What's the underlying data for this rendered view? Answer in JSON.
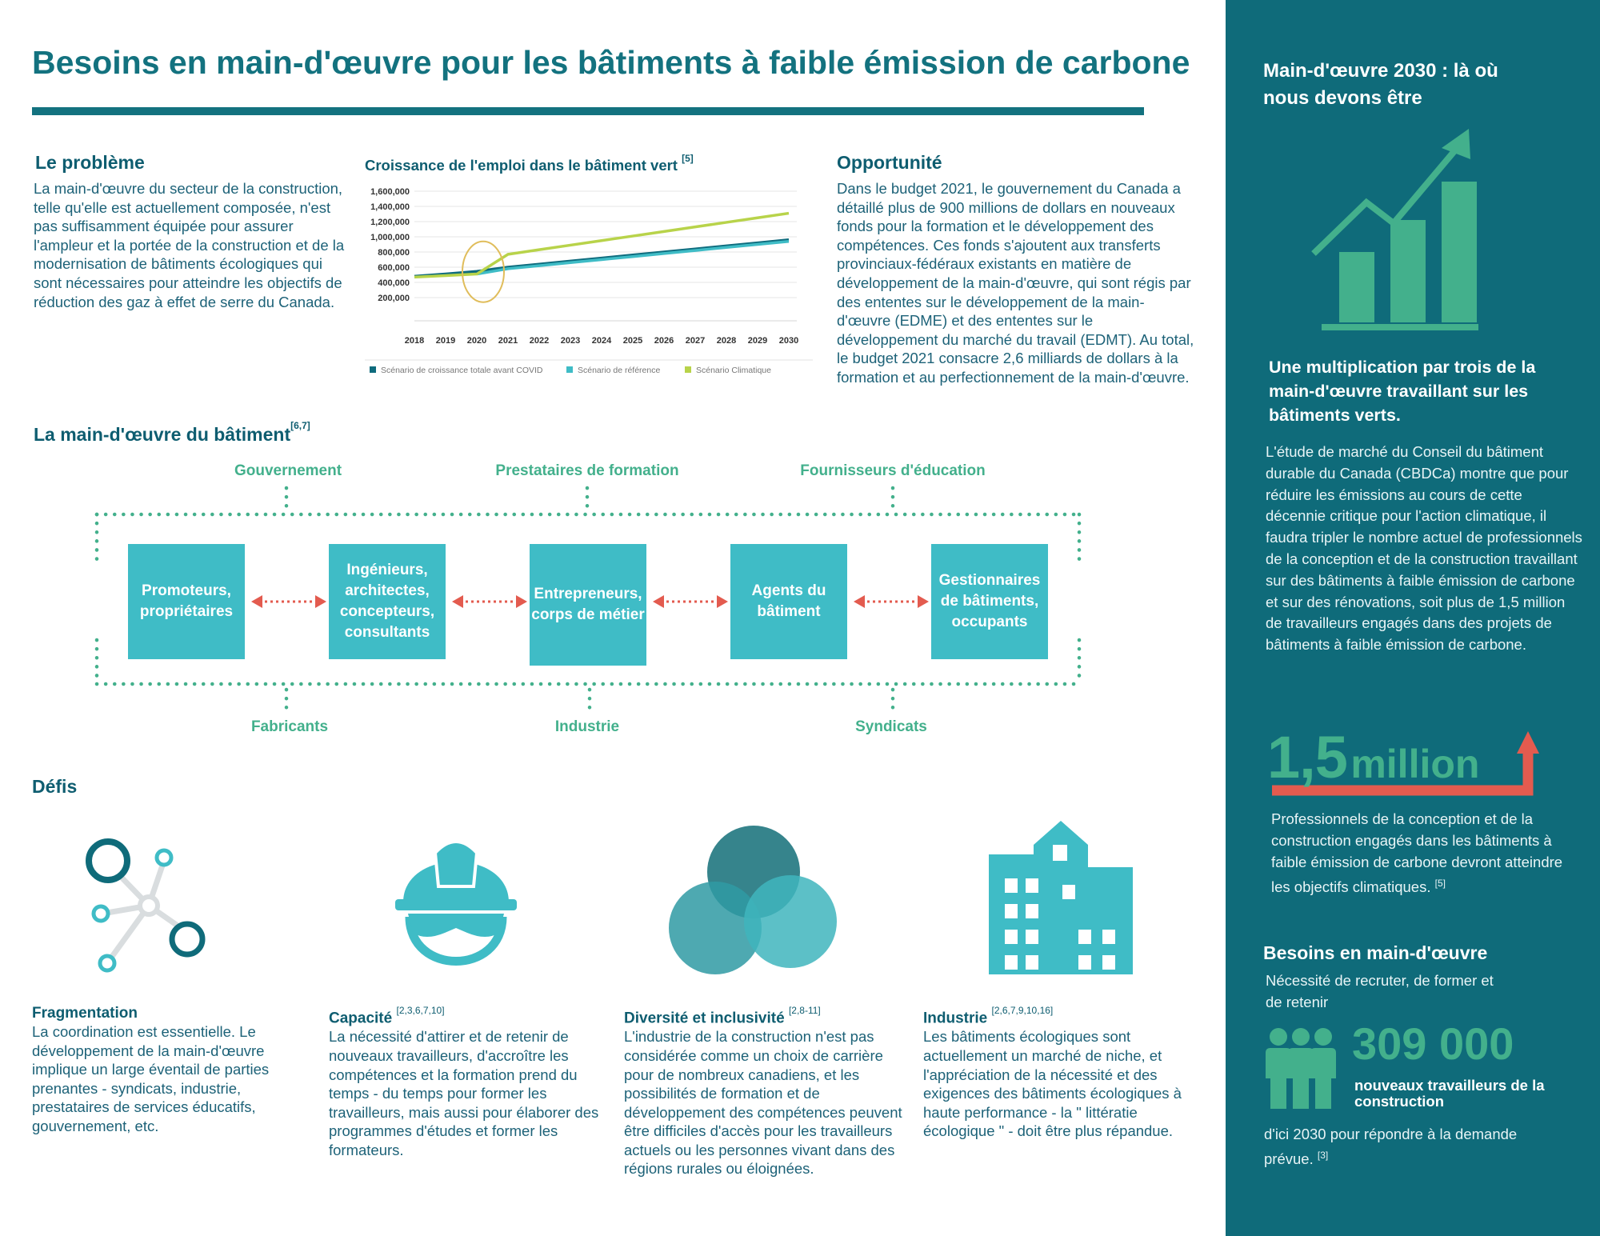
{
  "header": {
    "title": "Besoins en main-d'œuvre pour les bâtiments à faible émission de carbone"
  },
  "probleme": {
    "title": "Le problème",
    "text": "La main-d'œuvre du secteur de la construction, telle qu'elle est actuellement composée, n'est pas suffisamment équipée pour assurer l'ampleur et la portée de la construction et de la modernisation de bâtiments écologiques qui sont nécessaires pour atteindre les objectifs de réduction des gaz à effet de serre du Canada."
  },
  "chart_data": {
    "type": "line",
    "title": "Croissance de l'emploi dans le bâtiment vert",
    "title_ref": "[5]",
    "x": [
      "2018",
      "2019",
      "2020",
      "2021",
      "2022",
      "2023",
      "2024",
      "2025",
      "2026",
      "2027",
      "2028",
      "2029",
      "2030"
    ],
    "ylim": [
      0,
      1600000
    ],
    "yticks": [
      "1,600,000",
      "1,400,000",
      "1,200,000",
      "1,000,000",
      "800,000",
      "600,000",
      "400,000",
      "200,000"
    ],
    "ytick_values": [
      1600000,
      1400000,
      1200000,
      1000000,
      800000,
      600000,
      400000,
      200000
    ],
    "series": [
      {
        "name": "Scénario de croissance totale avant COVID",
        "color": "#0e6b7d",
        "values": [
          480000,
          510000,
          545000,
          600000,
          640000,
          680000,
          720000,
          760000,
          800000,
          840000,
          880000,
          920000,
          960000
        ]
      },
      {
        "name": "Scénario de référence",
        "color": "#3fbcc6",
        "values": [
          null,
          null,
          510000,
          580000,
          620000,
          660000,
          700000,
          740000,
          780000,
          820000,
          860000,
          900000,
          940000
        ]
      },
      {
        "name": "Scénario Climatique",
        "color": "#b8d34a",
        "values": [
          470000,
          490000,
          510000,
          770000,
          830000,
          890000,
          950000,
          1010000,
          1070000,
          1130000,
          1190000,
          1250000,
          1310000
        ]
      }
    ],
    "highlight": "2020",
    "highlight_color": "#e0bd5b",
    "grid": true,
    "legend": "bottom"
  },
  "opportunite": {
    "title": "Opportunité",
    "text": "Dans le budget 2021, le gouvernement du Canada a détaillé plus de 900 millions de dollars en nouveaux fonds pour la formation et le développement des compétences. Ces fonds s'ajoutent aux transferts provinciaux-fédéraux existants en matière de développement de la main-d'œuvre, qui sont régis par des ententes sur le développement de la main-d'œuvre (EDME) et des ententes sur le développement du marché du travail (EDMT). Au total, le budget 2021 consacre 2,6 milliards de dollars à la formation et au perfectionnement de la main-d'œuvre."
  },
  "workforce": {
    "title": "La main-d'œuvre du bâtiment",
    "ref": "[6,7]",
    "top_stakeholders": [
      "Gouvernement",
      "Prestataires de formation",
      "Fournisseurs d'éducation"
    ],
    "bottom_stakeholders": [
      "Fabricants",
      "Industrie",
      "Syndicats"
    ],
    "roles": [
      "Promoteurs, propriétaires",
      "Ingénieurs, architectes, concepteurs, consultants",
      "Entrepreneurs, corps de métier",
      "Agents du bâtiment",
      "Gestionnaires de bâtiments, occupants"
    ]
  },
  "defis": {
    "title": "Défis",
    "items": [
      {
        "icon": "network-icon",
        "title": "Fragmentation",
        "ref": "",
        "text": "La coordination est essentielle. Le développement de la main-d'œuvre implique un large éventail de parties prenantes - syndicats, industrie, prestataires de services éducatifs, gouvernement, etc."
      },
      {
        "icon": "hard-hat-worker-icon",
        "title": "Capacité",
        "ref": "[2,3,6,7,10]",
        "text": "La nécessité d'attirer et de retenir de nouveaux travailleurs, d'accroître les compétences et la formation prend du temps - du temps pour former les travailleurs, mais aussi pour élaborer des programmes d'études et former les formateurs."
      },
      {
        "icon": "venn-diagram-icon",
        "title": "Diversité et inclusivité",
        "ref": "[2,8-11]",
        "text": "L'industrie de la construction n'est pas considérée comme un choix de carrière pour de nombreux canadiens, et les possibilités de formation et de développement des compétences peuvent être difficiles d'accès pour les travailleurs actuels ou les personnes vivant dans des régions rurales ou éloignées."
      },
      {
        "icon": "building-icon",
        "title": "Industrie",
        "ref": "[2,6,7,9,10,16]",
        "text": "Les bâtiments écologiques sont actuellement un marché de niche, et l'appréciation de la nécessité et des exigences des bâtiments écologiques à haute performance - la \" littératie écologique \" - doit être plus répandue."
      }
    ]
  },
  "sidebar": {
    "heading": "Main-d'œuvre 2030 : là où nous devons être",
    "subheading": "Une multiplication par trois de la main-d'œuvre travaillant sur les bâtiments verts.",
    "text": "L'étude de marché du Conseil du bâtiment durable du Canada (CBDCa) montre que pour réduire les émissions au cours de cette décennie critique pour l'action climatique, il faudra tripler le nombre actuel de professionnels de la conception et de la construction travaillant sur des bâtiments à faible émission de carbone et sur des rénovations, soit plus de 1,5 million de travailleurs engagés dans des projets de bâtiments à faible émission de carbone.",
    "big_number": "1,5",
    "big_unit": "million",
    "big_caption": "Professionnels de la conception et de la construction engagés dans les bâtiments à faible émission de carbone devront atteindre les objectifs climatiques.",
    "big_caption_ref": "[5]",
    "needs_title": "Besoins en main-d'œuvre",
    "needs_sub": "Nécessité de recruter, de former et de retenir",
    "needs_number": "309 000",
    "needs_label": "nouveaux travailleurs de la construction",
    "needs_footer": "d'ici 2030 pour répondre à la demande prévue.",
    "needs_ref": "[3]",
    "colors": {
      "background": "#0f6b7a",
      "accent_green": "#43b08c",
      "accent_red": "#e35b4f"
    }
  }
}
